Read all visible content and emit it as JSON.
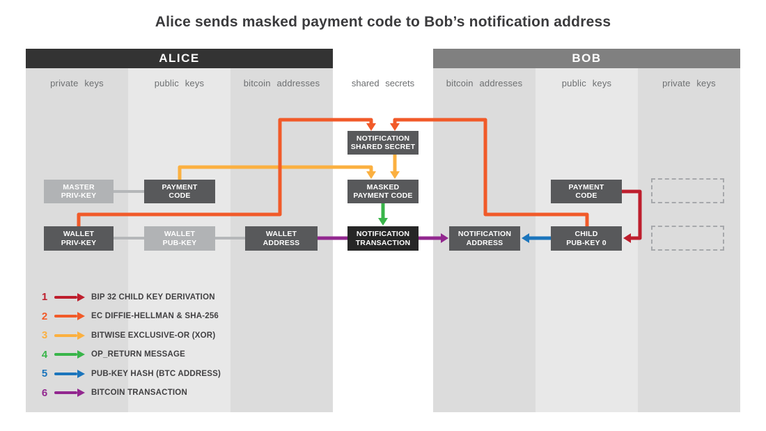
{
  "title": "Alice sends masked payment code to Bob’s notification address",
  "colors": {
    "red": "#be1e2d",
    "orange": "#f15a29",
    "amber": "#fbb040",
    "green": "#39b54a",
    "blue": "#1b75bc",
    "purple": "#92278f",
    "panel_alice": "#333333",
    "panel_bob": "#808080",
    "box_dark": "#58595b",
    "box_light": "#b1b3b5",
    "box_black": "#262626",
    "col_dark": "#dcdcdc",
    "col_light": "#e8e8e8",
    "connector_gray": "#b5b7b9"
  },
  "panels": {
    "alice": {
      "title": "ALICE",
      "columns": [
        "private keys",
        "public keys",
        "bitcoin addresses"
      ]
    },
    "bob": {
      "title": "BOB",
      "columns": [
        "bitcoin addresses",
        "public keys",
        "private keys"
      ]
    }
  },
  "center_column_label": "shared secrets",
  "boxes": {
    "master_priv_key": {
      "line1": "MASTER",
      "line2": "PRIV-KEY"
    },
    "payment_code_alice": {
      "line1": "PAYMENT",
      "line2": "CODE"
    },
    "wallet_priv_key": {
      "line1": "WALLET",
      "line2": "PRIV-KEY"
    },
    "wallet_pub_key": {
      "line1": "WALLET",
      "line2": "PUB-KEY"
    },
    "wallet_address": {
      "line1": "WALLET",
      "line2": "ADDRESS"
    },
    "notification_shared_secret": {
      "line1": "NOTIFICATION",
      "line2": "SHARED SECRET"
    },
    "masked_payment_code": {
      "line1": "MASKED",
      "line2": "PAYMENT CODE"
    },
    "notification_transaction": {
      "line1": "NOTIFICATION",
      "line2": "TRANSACTION"
    },
    "notification_address": {
      "line1": "NOTIFICATION",
      "line2": "ADDRESS"
    },
    "child_pub_key_0": {
      "line1": "CHILD",
      "line2": "PUB-KEY 0"
    },
    "payment_code_bob": {
      "line1": "PAYMENT",
      "line2": "CODE"
    }
  },
  "legend": {
    "items": [
      {
        "number": "1",
        "label": "BIP 32 CHILD KEY DERIVATION",
        "color_key": "red"
      },
      {
        "number": "2",
        "label": "EC DIFFIE-HELLMAN & SHA-256",
        "color_key": "orange"
      },
      {
        "number": "3",
        "label": "BITWISE EXCLUSIVE-OR (XOR)",
        "color_key": "amber"
      },
      {
        "number": "4",
        "label": "OP_RETURN MESSAGE",
        "color_key": "green"
      },
      {
        "number": "5",
        "label": "PUB-KEY HASH (BTC ADDRESS)",
        "color_key": "blue"
      },
      {
        "number": "6",
        "label": "BITCOIN TRANSACTION",
        "color_key": "purple"
      }
    ]
  },
  "flows": [
    {
      "step": "1",
      "from": "payment_code_bob",
      "to": "child_pub_key_0"
    },
    {
      "step": "2",
      "from": "wallet_priv_key",
      "to": "notification_shared_secret"
    },
    {
      "step": "2",
      "from": "child_pub_key_0",
      "to": "notification_shared_secret"
    },
    {
      "step": "3",
      "from": "payment_code_alice",
      "to": "masked_payment_code"
    },
    {
      "step": "3",
      "from": "notification_shared_secret",
      "to": "masked_payment_code"
    },
    {
      "step": "4",
      "from": "masked_payment_code",
      "to": "notification_transaction"
    },
    {
      "step": "5",
      "from": "child_pub_key_0",
      "to": "notification_address"
    },
    {
      "step": "6",
      "from": "wallet_address",
      "to": "notification_transaction"
    },
    {
      "step": "6",
      "from": "notification_transaction",
      "to": "notification_address"
    }
  ]
}
